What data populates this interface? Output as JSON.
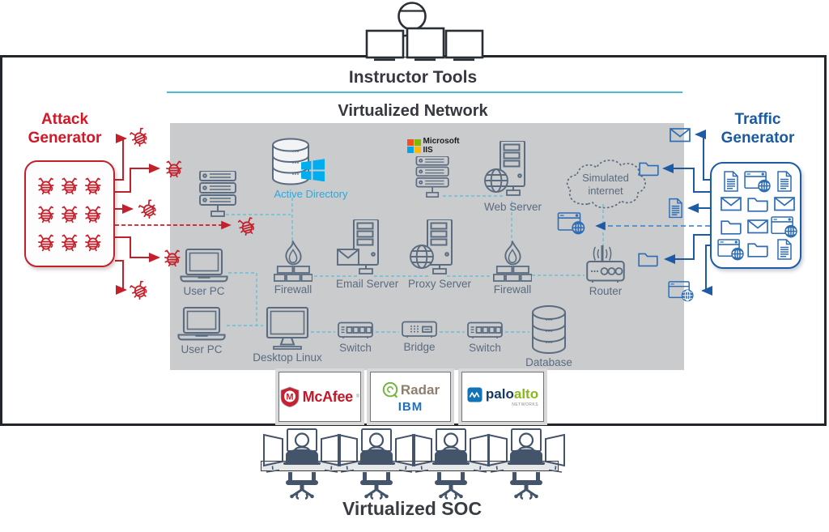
{
  "titles": {
    "instructor_tools": "Instructor Tools",
    "virtualized_network": "Virtualized Network",
    "virtualized_soc": "Virtualized SOC"
  },
  "attack_generator": {
    "line1": "Attack",
    "line2": "Generator"
  },
  "traffic_generator": {
    "line1": "Traffic",
    "line2": "Generator"
  },
  "network": {
    "labels": {
      "active_directory": "Active Directory",
      "iis_brand": "Microsoft",
      "iis_product": "IIS",
      "web_server": "Web Server",
      "cloud_line1": "Simulated",
      "cloud_line2": "internet",
      "user_pc_top": "User PC",
      "firewall_left": "Firewall",
      "email_server": "Email Server",
      "proxy_server": "Proxy Server",
      "firewall_right": "Firewall",
      "router": "Router",
      "user_pc_bottom": "User PC",
      "desktop_linux": "Desktop Linux",
      "switch_left": "Switch",
      "bridge": "Bridge",
      "switch_right": "Switch",
      "database": "Database"
    }
  },
  "vendors": {
    "mcafee": "McAfee",
    "qradar_product": "Radar",
    "qradar_brand": "IBM",
    "paloalto_word1": "palo",
    "paloalto_word2": "alto",
    "paloalto_sub": "NETWORKS"
  },
  "colors": {
    "attack_red": "#c3202c",
    "traffic_blue": "#1d5ba6",
    "icon_blue": "#2e6db6",
    "panel_gray": "#c9cbcd",
    "icon_slate": "#5b6c81",
    "ad_blue": "#2aa9e0",
    "windows_blue": "#00adef",
    "cyan_link": "#68bfd6",
    "soc_slate": "#44546a",
    "mcafee_red": "#c41727",
    "ibm_blue": "#1f70c1",
    "paloalto_green": "#8ab71b",
    "ms_red": "#f25022",
    "ms_green": "#7fba00",
    "ms_blue": "#00a4ef",
    "ms_yellow": "#ffb900"
  }
}
